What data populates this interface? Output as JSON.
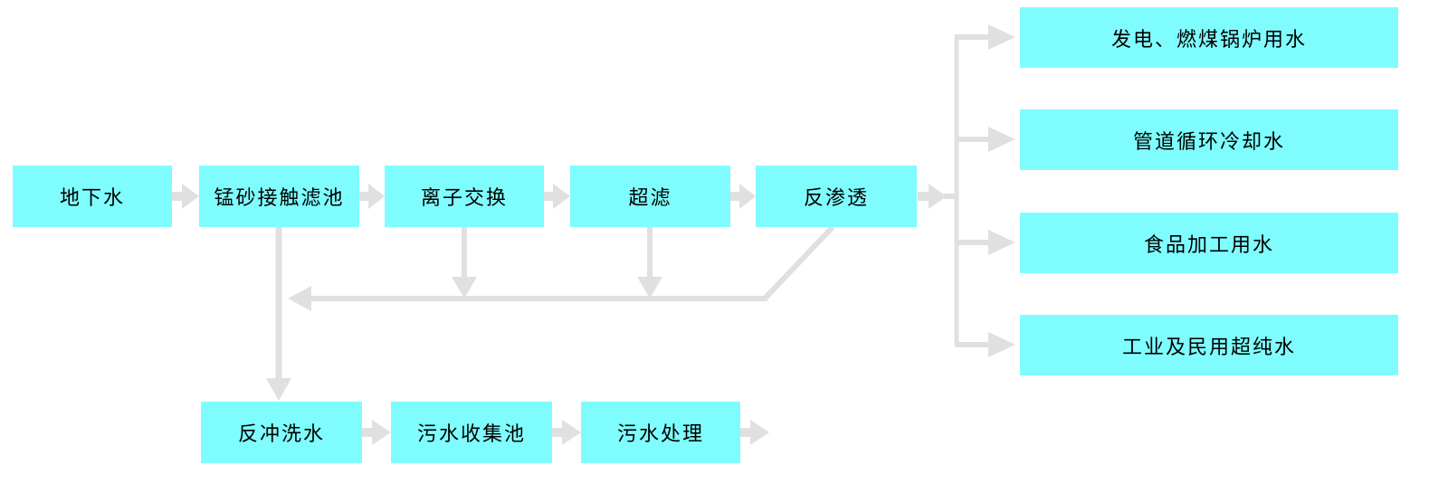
{
  "diagram": {
    "colors": {
      "box_fill": "#7FFDFE",
      "connector": "#E0E0E0",
      "text": "#000000"
    },
    "main_flow": {
      "nodes": [
        {
          "label": "地下水"
        },
        {
          "label": "锰砂接触滤池"
        },
        {
          "label": "离子交换"
        },
        {
          "label": "超滤"
        },
        {
          "label": "反渗透"
        }
      ]
    },
    "outputs": {
      "nodes": [
        {
          "label": "发电、燃煤锅炉用水"
        },
        {
          "label": "管道循环冷却水"
        },
        {
          "label": "食品加工用水"
        },
        {
          "label": "工业及民用超纯水"
        }
      ]
    },
    "waste_flow": {
      "nodes": [
        {
          "label": "反冲洗水"
        },
        {
          "label": "污水收集池"
        },
        {
          "label": "污水处理"
        }
      ]
    },
    "connections": [
      {
        "from": "地下水",
        "to": "锰砂接触滤池"
      },
      {
        "from": "锰砂接触滤池",
        "to": "离子交换"
      },
      {
        "from": "离子交换",
        "to": "超滤"
      },
      {
        "from": "超滤",
        "to": "反渗透"
      },
      {
        "from": "反渗透",
        "to": "发电、燃煤锅炉用水"
      },
      {
        "from": "反渗透",
        "to": "管道循环冷却水"
      },
      {
        "from": "反渗透",
        "to": "食品加工用水"
      },
      {
        "from": "反渗透",
        "to": "工业及民用超纯水"
      },
      {
        "from": "锰砂接触滤池",
        "to": "反冲洗水"
      },
      {
        "from": "离子交换",
        "to": "反冲洗水"
      },
      {
        "from": "超滤",
        "to": "反冲洗水"
      },
      {
        "from": "反渗透",
        "to": "反冲洗水"
      },
      {
        "from": "反冲洗水",
        "to": "污水收集池"
      },
      {
        "from": "污水收集池",
        "to": "污水处理"
      }
    ]
  }
}
